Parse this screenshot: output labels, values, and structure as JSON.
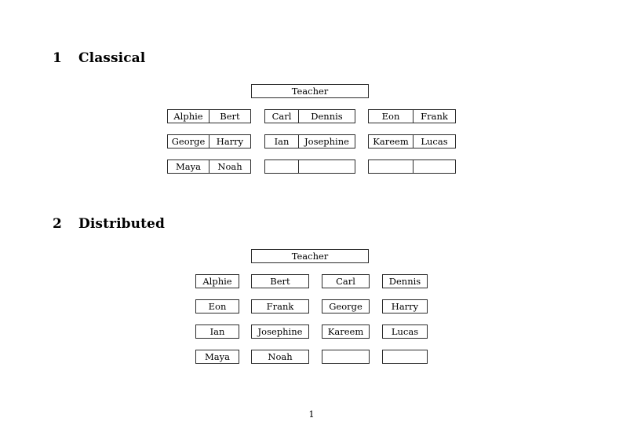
{
  "document": {
    "page_number": "1"
  },
  "sections": [
    {
      "number": "1",
      "title": "Classical",
      "root_label": "Teacher",
      "layout": "grouped",
      "groups": [
        {
          "rows": [
            [
              "Alphie",
              "Bert"
            ],
            [
              "George",
              "Harry"
            ],
            [
              "Maya",
              "Noah"
            ]
          ]
        },
        {
          "rows": [
            [
              "Carl",
              "Dennis"
            ],
            [
              "Ian",
              "Josephine"
            ],
            [
              "",
              ""
            ]
          ]
        },
        {
          "rows": [
            [
              "Eon",
              "Frank"
            ],
            [
              "Kareem",
              "Lucas"
            ],
            [
              "",
              ""
            ]
          ]
        }
      ]
    },
    {
      "number": "2",
      "title": "Distributed",
      "root_label": "Teacher",
      "layout": "individual",
      "rows": [
        [
          "Alphie",
          "Bert",
          "Carl",
          "Dennis"
        ],
        [
          "Eon",
          "Frank",
          "George",
          "Harry"
        ],
        [
          "Ian",
          "Josephine",
          "Kareem",
          "Lucas"
        ],
        [
          "Maya",
          "Noah",
          "",
          ""
        ]
      ]
    }
  ]
}
